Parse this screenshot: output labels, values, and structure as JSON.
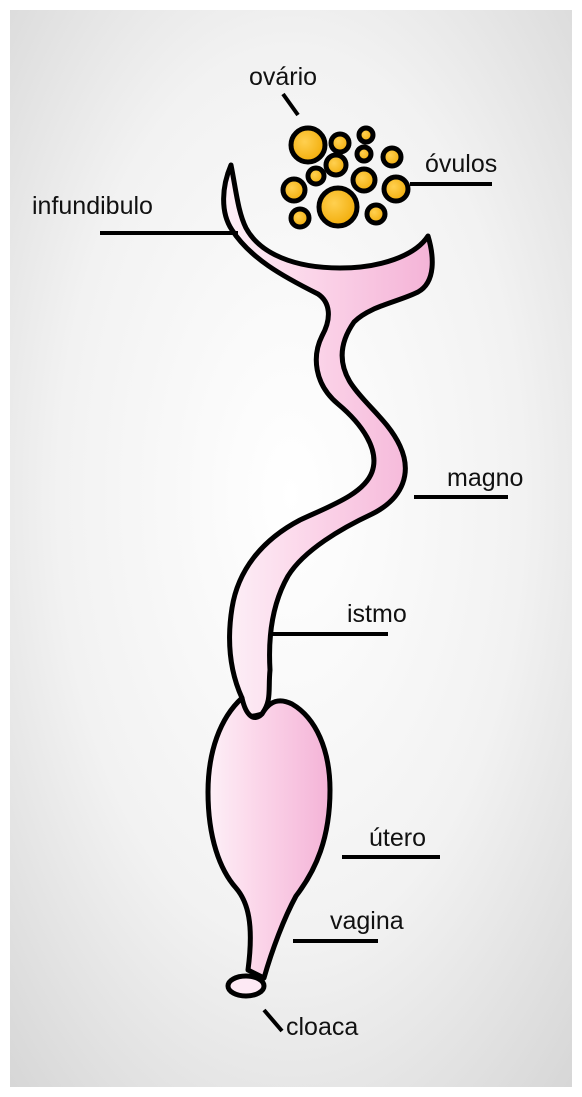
{
  "colors": {
    "organ_fill": "#f8c9e3",
    "organ_fill_light": "#fde9f4",
    "outline": "#000000",
    "ovule_fill": "#f6b81e",
    "background_center": "#ffffff",
    "background_edge": "#d8d8d8"
  },
  "labels": {
    "ovario": "ovário",
    "ovulos": "óvulos",
    "infundibulo": "infundibulo",
    "magno": "magno",
    "istmo": "istmo",
    "utero": "útero",
    "vagina": "vagina",
    "cloaca": "cloaca"
  }
}
